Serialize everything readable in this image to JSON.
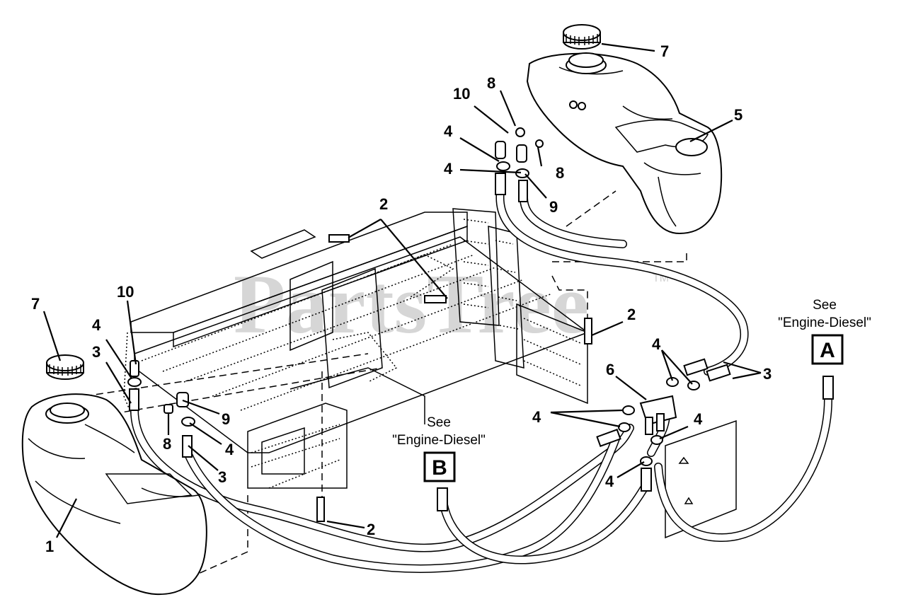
{
  "watermark": {
    "text": "PartsTree",
    "tm": "TM"
  },
  "callouts": {
    "c7_top": "7",
    "c10_top": "10",
    "c8_top_a": "8",
    "c5": "5",
    "c4_top_a": "4",
    "c4_top_b": "4",
    "c8_top_b": "8",
    "c9_top": "9",
    "c2_top": "2",
    "c2_right": "2",
    "c2_bottom": "2",
    "c7_left": "7",
    "c10_left": "10",
    "c4_left": "4",
    "c3_left": "3",
    "c9_left": "9",
    "c8_left": "8",
    "c4_mid": "4",
    "c3_mid": "3",
    "c1": "1",
    "c6": "6",
    "c4_right_top": "4",
    "c3_right": "3",
    "c4_valve": "4",
    "c4_right_mid": "4",
    "c4_right_low": "4"
  },
  "references": {
    "a": {
      "see": "See",
      "target": "\"Engine-Diesel\"",
      "letter": "A"
    },
    "b": {
      "see": "See",
      "target": "\"Engine-Diesel\"",
      "letter": "B"
    }
  }
}
